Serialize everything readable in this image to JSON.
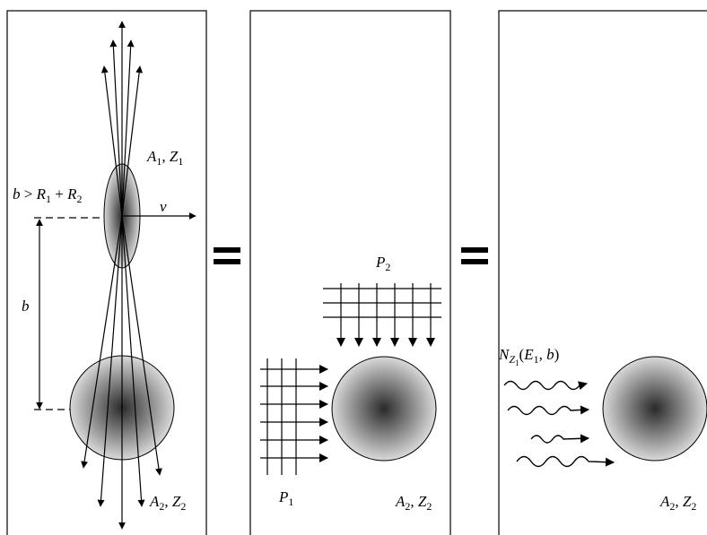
{
  "panel1": {
    "projectile": {
      "A": "A",
      "A_sub": "1",
      "Z": "Z",
      "Z_sub": "1"
    },
    "target": {
      "A": "A",
      "A_sub": "2",
      "Z": "Z",
      "Z_sub": "2"
    },
    "condition": {
      "b": "b",
      "gt": " > ",
      "R1": "R",
      "R1_sub": "1",
      "plus": " + ",
      "R2": "R",
      "R2_sub": "2"
    },
    "velocity": "v",
    "impact_parameter": "b"
  },
  "equals": "=",
  "panel2": {
    "field_top": {
      "P": "P",
      "P_sub": "2"
    },
    "field_left": {
      "P": "P",
      "P_sub": "1"
    },
    "target": {
      "A": "A",
      "A_sub": "2",
      "Z": "Z",
      "Z_sub": "2"
    }
  },
  "panel3": {
    "photon_flux": {
      "N": "N",
      "Z": "Z",
      "Z_sub": "1",
      "open": "(",
      "E": "E",
      "E_sub": "1",
      "comma": ", ",
      "b": "b",
      "close": ")"
    },
    "target": {
      "A": "A",
      "A_sub": "2",
      "Z": "Z",
      "Z_sub": "2"
    }
  },
  "colors": {
    "stroke": "#000000",
    "nucleus_center": "#2a2a2a",
    "nucleus_edge": "#d9d9d9"
  },
  "icons": [
    "arrow-icon",
    "photon-wave-icon"
  ]
}
